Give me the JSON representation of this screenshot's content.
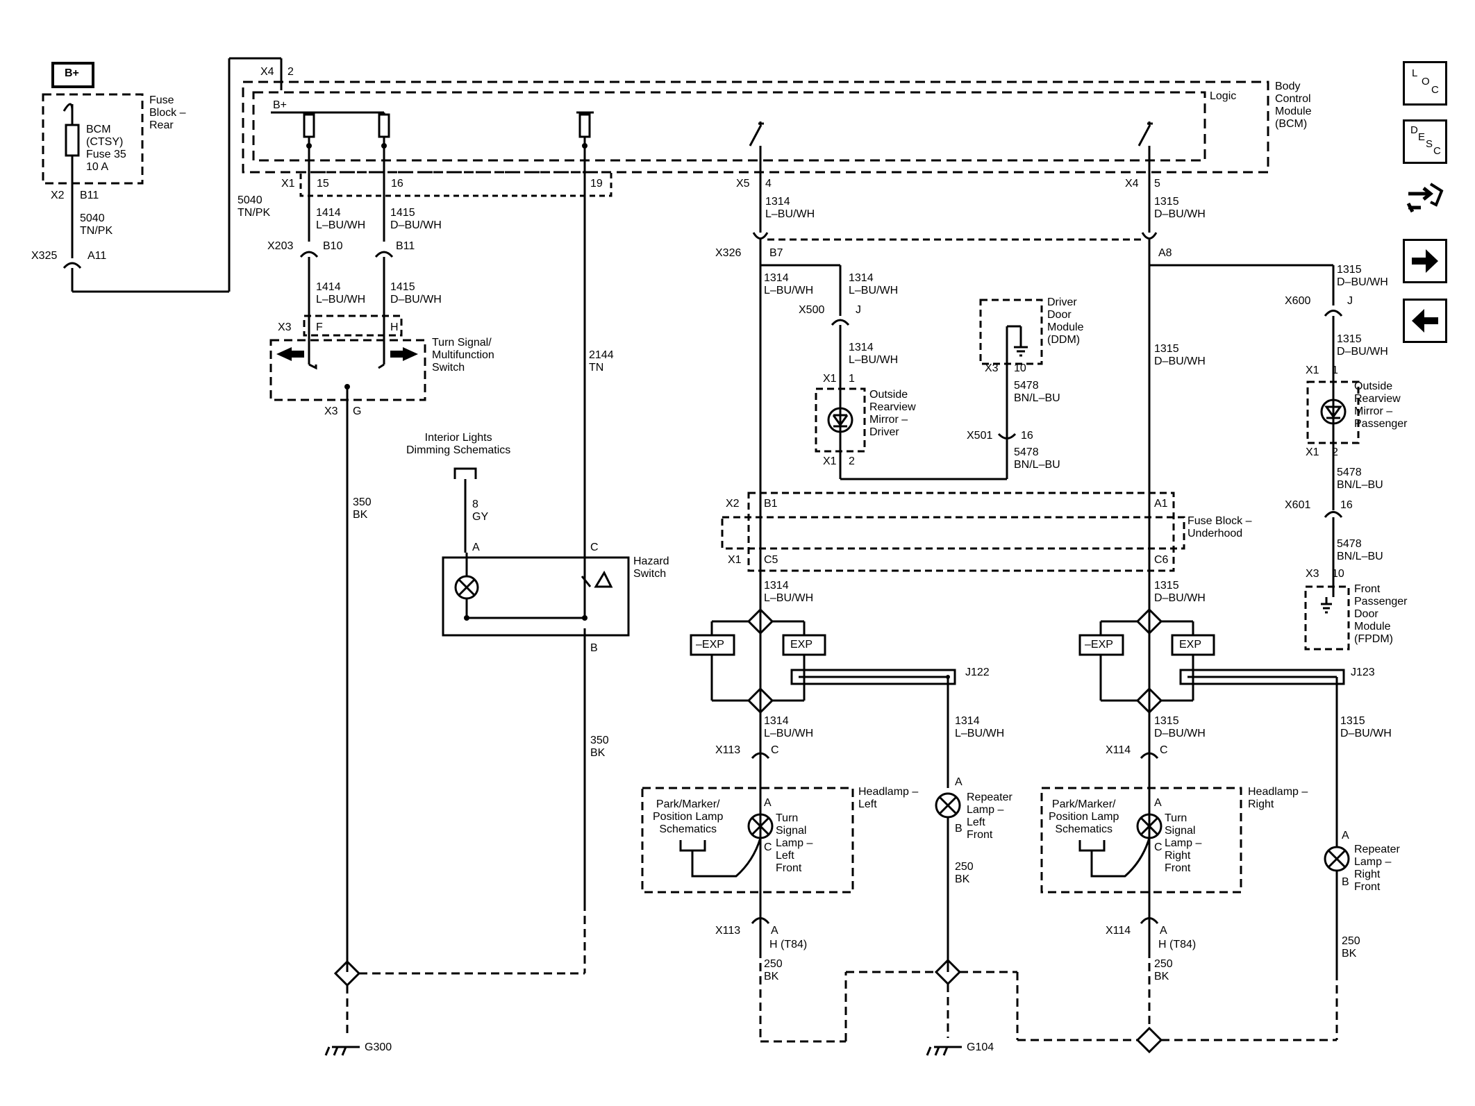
{
  "nav": {
    "loc_letters": [
      "L",
      "O",
      "C"
    ],
    "desc_letters": [
      "D",
      "E",
      "S",
      "C"
    ]
  },
  "colors": {
    "line": "#000000",
    "background": "#ffffff"
  },
  "labels": {
    "bplus_box": "B+",
    "fuse_block_rear": "Fuse\nBlock –\nRear",
    "bcm_fuse": "BCM\n(CTSY)\nFuse 35\n10 A",
    "x2_b11_a": "X2",
    "x2_b11_b": "B11",
    "w5040_a": "5040\nTN/PK",
    "x325": "X325",
    "a11": "A11",
    "w5040_b": "5040\nTN/PK",
    "x4_top": "X4",
    "x4_top_pin": "2",
    "bplus_logic": "B+",
    "logic": "Logic",
    "bcm": "Body\nControl\nModule\n(BCM)",
    "x1_15_conn": "X1",
    "x1_15": "15",
    "x1_16": "16",
    "x1_19": "19",
    "x5": "X5",
    "x5_pin": "4",
    "x4b": "X4",
    "x4b_pin": "5",
    "w1414_a": "1414\nL–BU/WH",
    "w1415_a": "1415\nD–BU/WH",
    "x203": "X203",
    "b10": "B10",
    "b11": "B11",
    "w1414_b": "1414\nL–BU/WH",
    "w1415_b": "1415\nD–BU/WH",
    "x3_top": "X3",
    "pin_f": "F",
    "pin_h": "H",
    "turn_switch": "Turn Signal/\nMultifunction\nSwitch",
    "x3_g_conn": "X3",
    "x3_g": "G",
    "w350_left": "350\nBK",
    "w2144": "2144\nTN",
    "interior_dimming": "Interior Lights\nDimming Schematics",
    "w8_gy": "8\nGY",
    "hz_a": "A",
    "hz_c": "C",
    "hz_b": "B",
    "hazard_switch": "Hazard\nSwitch",
    "w350_mid": "350\nBK",
    "g300": "G300",
    "w1314_x5": "1314\nL–BU/WH",
    "x326": "X326",
    "b7": "B7",
    "w1314_b7a": "1314\nL–BU/WH",
    "w1314_b7b": "1314\nL–BU/WH",
    "x500": "X500",
    "x500_j": "J",
    "w1314_x500": "1314\nL–BU/WH",
    "x1_mirror_d": "X1",
    "x1_mirror_d_pin": "1",
    "mirror_driver": "Outside\nRearview\nMirror –\nDriver",
    "x1_mirror_d2": "X1",
    "x1_mirror_d2_pin": "2",
    "ddm": "Driver\nDoor\nModule\n(DDM)",
    "x3_ddm": "X3",
    "x3_ddm_pin": "10",
    "w5478_ddm": "5478\nBN/L–BU",
    "x501": "X501",
    "x501_pin": "16",
    "w5478_x501": "5478\nBN/L–BU",
    "w1315_x4": "1315\nD–BU/WH",
    "a8": "A8",
    "w1315_a8": "1315\nD–BU/WH",
    "w1315_a8_right": "1315\nD–BU/WH",
    "x600": "X600",
    "x600_j": "J",
    "w1315_x600": "1315\nD–BU/WH",
    "x1_mirror_p": "X1",
    "x1_mirror_p_pin": "1",
    "mirror_pass": "Outside\nRearview\nMirror –\nPassenger",
    "x1_mirror_p2": "X1",
    "x1_mirror_p2_pin": "2",
    "w5478_fpdm": "5478\nBN/L–BU",
    "x601": "X601",
    "x601_pin": "16",
    "w5478_x601": "5478\nBN/L–BU",
    "x3_fpdm": "X3",
    "x3_fpdm_pin": "10",
    "fpdm": "Front\nPassenger\nDoor\nModule\n(FPDM)",
    "x2_fb": "X2",
    "b1": "B1",
    "a1": "A1",
    "fuse_block_underhood": "Fuse Block –\nUnderhood",
    "x1_fb": "X1",
    "c5": "C5",
    "c6": "C6",
    "w1314_c5": "1314\nL–BU/WH",
    "w1315_c6": "1315\nD–BU/WH",
    "exp_l1": "–EXP",
    "exp_l2": "EXP",
    "exp_r1": "–EXP",
    "exp_r2": "EXP",
    "j122": "J122",
    "j123": "J123",
    "w1314_x113": "1314\nL–BU/WH",
    "w1314_rep": "1314\nL–BU/WH",
    "w1315_x114": "1315\nD–BU/WH",
    "w1315_rep": "1315\nD–BU/WH",
    "x113": "X113",
    "x113_c": "C",
    "x114": "X114",
    "x114_c": "C",
    "park_left": "Park/Marker/\nPosition Lamp\nSchematics",
    "park_right": "Park/Marker/\nPosition Lamp\nSchematics",
    "headlamp_left": "Headlamp –\nLeft",
    "headlamp_right": "Headlamp –\nRight",
    "tsl_a": "A",
    "tsl_c": "C",
    "tsr_a": "A",
    "tsr_c": "C",
    "turn_lamp_left": "Turn\nSignal\nLamp –\nLeft\nFront",
    "turn_lamp_right": "Turn\nSignal\nLamp –\nRight\nFront",
    "repl_a": "A",
    "repl_b": "B",
    "repeater_left": "Repeater\nLamp –\nLeft\nFront",
    "repr_a": "A",
    "repr_b": "B",
    "repeater_right": "Repeater\nLamp –\nRight\nFront",
    "w250_repl": "250\nBK",
    "w250_repr": "250\nBK",
    "x113b": "X113",
    "x113b_a": "A",
    "x114b": "X114",
    "x114b_a": "A",
    "h_t84_l": "H (T84)",
    "h_t84_r": "H (T84)",
    "w250_l": "250\nBK",
    "w250_r": "250\nBK",
    "g104": "G104"
  }
}
